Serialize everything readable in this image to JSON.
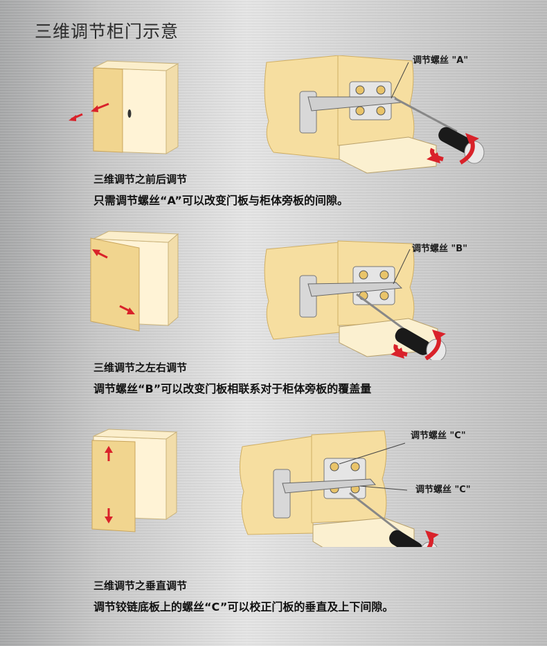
{
  "page": {
    "title": "三维调节柜门示意"
  },
  "sections": [
    {
      "callouts": [
        "调节螺丝 \"A\""
      ],
      "heading": "三维调节之前后调节",
      "description": "只需调节螺丝“A”可以改变门板与柜体旁板的间隙。"
    },
    {
      "callouts": [
        "调节螺丝 \"B\""
      ],
      "heading": "三维调节之左右调节",
      "description": "调节螺丝“B”可以改变门板相联系对于柜体旁板的覆盖量"
    },
    {
      "callouts": [
        "调节螺丝 \"C\"",
        "调节螺丝 \"C\""
      ],
      "heading": "三维调节之垂直调节",
      "description": "调节铰链底板上的螺丝“C”可以校正门板的垂直及上下间隙。"
    }
  ],
  "colors": {
    "wood": "#f6dea0",
    "wood_dark": "#e7c77d",
    "arrow": "#d9222a",
    "metal": "#d8d8d8"
  }
}
